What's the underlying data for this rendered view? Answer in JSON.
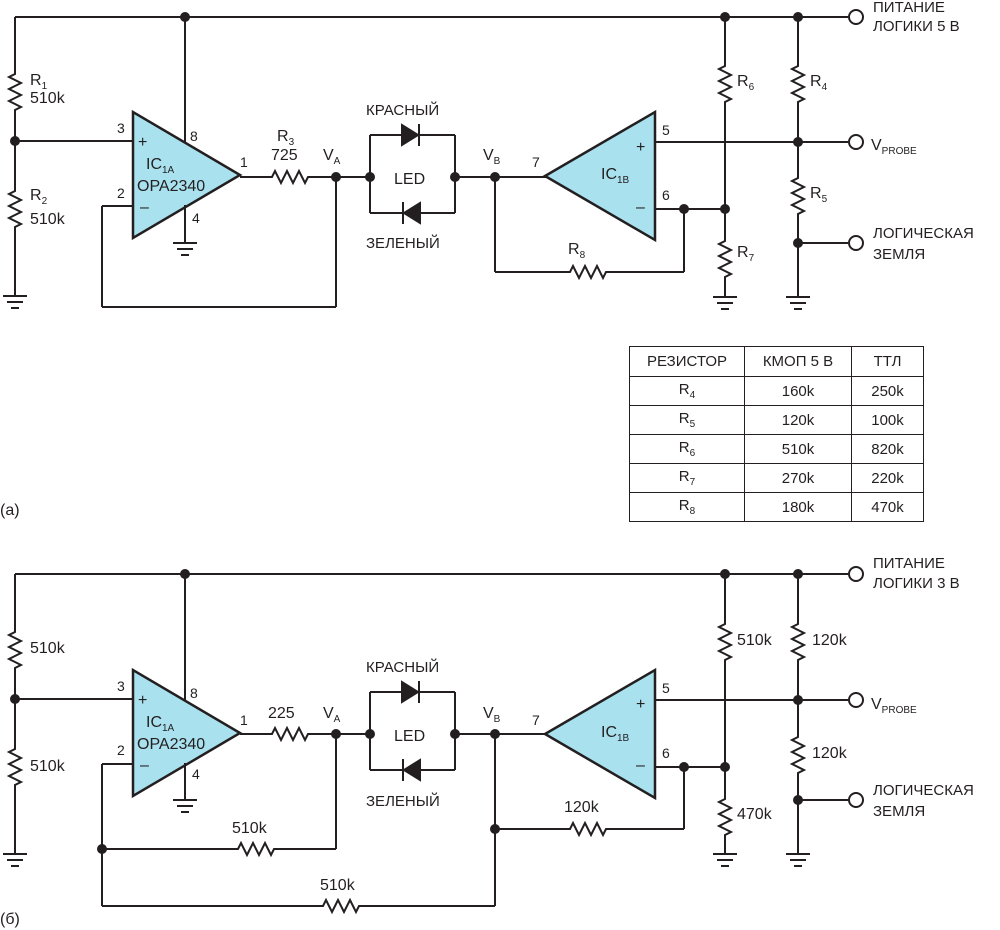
{
  "a": {
    "label": "(a)",
    "supply": "ПИТАНИЕ\nЛОГИКИ 5 В",
    "vprobe": "V",
    "vprobe_sub": "PROBE",
    "ground": "ЛОГИЧЕСКАЯ\nЗЕМЛЯ",
    "ic_a_name": "IC",
    "ic_a_sub": "1A",
    "ic_a_part": "OPA2340",
    "ic_b_name": "IC",
    "ic_b_sub": "1B",
    "r1": "510k",
    "r2": "510k",
    "r3": "725",
    "red": "КРАСНЫЙ",
    "led": "LED",
    "green": "ЗЕЛЕНЫЙ",
    "va": "V",
    "va_sub": "A",
    "vb": "V",
    "vb_sub": "B"
  },
  "b": {
    "label": "(б)",
    "supply": "ПИТАНИЕ\nЛОГИКИ 3 В",
    "vprobe": "V",
    "vprobe_sub": "PROBE",
    "ground": "ЛОГИЧЕСКАЯ\nЗЕМЛЯ",
    "ic_a_name": "IC",
    "ic_a_sub": "1A",
    "ic_a_part": "OPA2340",
    "ic_b_name": "IC",
    "ic_b_sub": "1B",
    "r_left_top": "510k",
    "r_left_bottom": "510k",
    "r_series": "225",
    "r_fb1": "510k",
    "r_fb2": "510k",
    "r_hyst": "120k",
    "r6": "510k",
    "r7": "470k",
    "r4": "120k",
    "r5": "120k",
    "red": "КРАСНЫЙ",
    "led": "LED",
    "green": "ЗЕЛЕНЫЙ",
    "va": "V",
    "va_sub": "A",
    "vb": "V",
    "vb_sub": "B"
  },
  "table": {
    "headers": [
      "РЕЗИСТОР",
      "КМОП 5 В",
      "ТТЛ"
    ],
    "rows": [
      {
        "name": "R",
        "sub": "4",
        "cmos": "160k",
        "ttl": "250k"
      },
      {
        "name": "R",
        "sub": "5",
        "cmos": "120k",
        "ttl": "100k"
      },
      {
        "name": "R",
        "sub": "6",
        "cmos": "510k",
        "ttl": "820k"
      },
      {
        "name": "R",
        "sub": "7",
        "cmos": "270k",
        "ttl": "220k"
      },
      {
        "name": "R",
        "sub": "8",
        "cmos": "180k",
        "ttl": "470k"
      }
    ]
  }
}
